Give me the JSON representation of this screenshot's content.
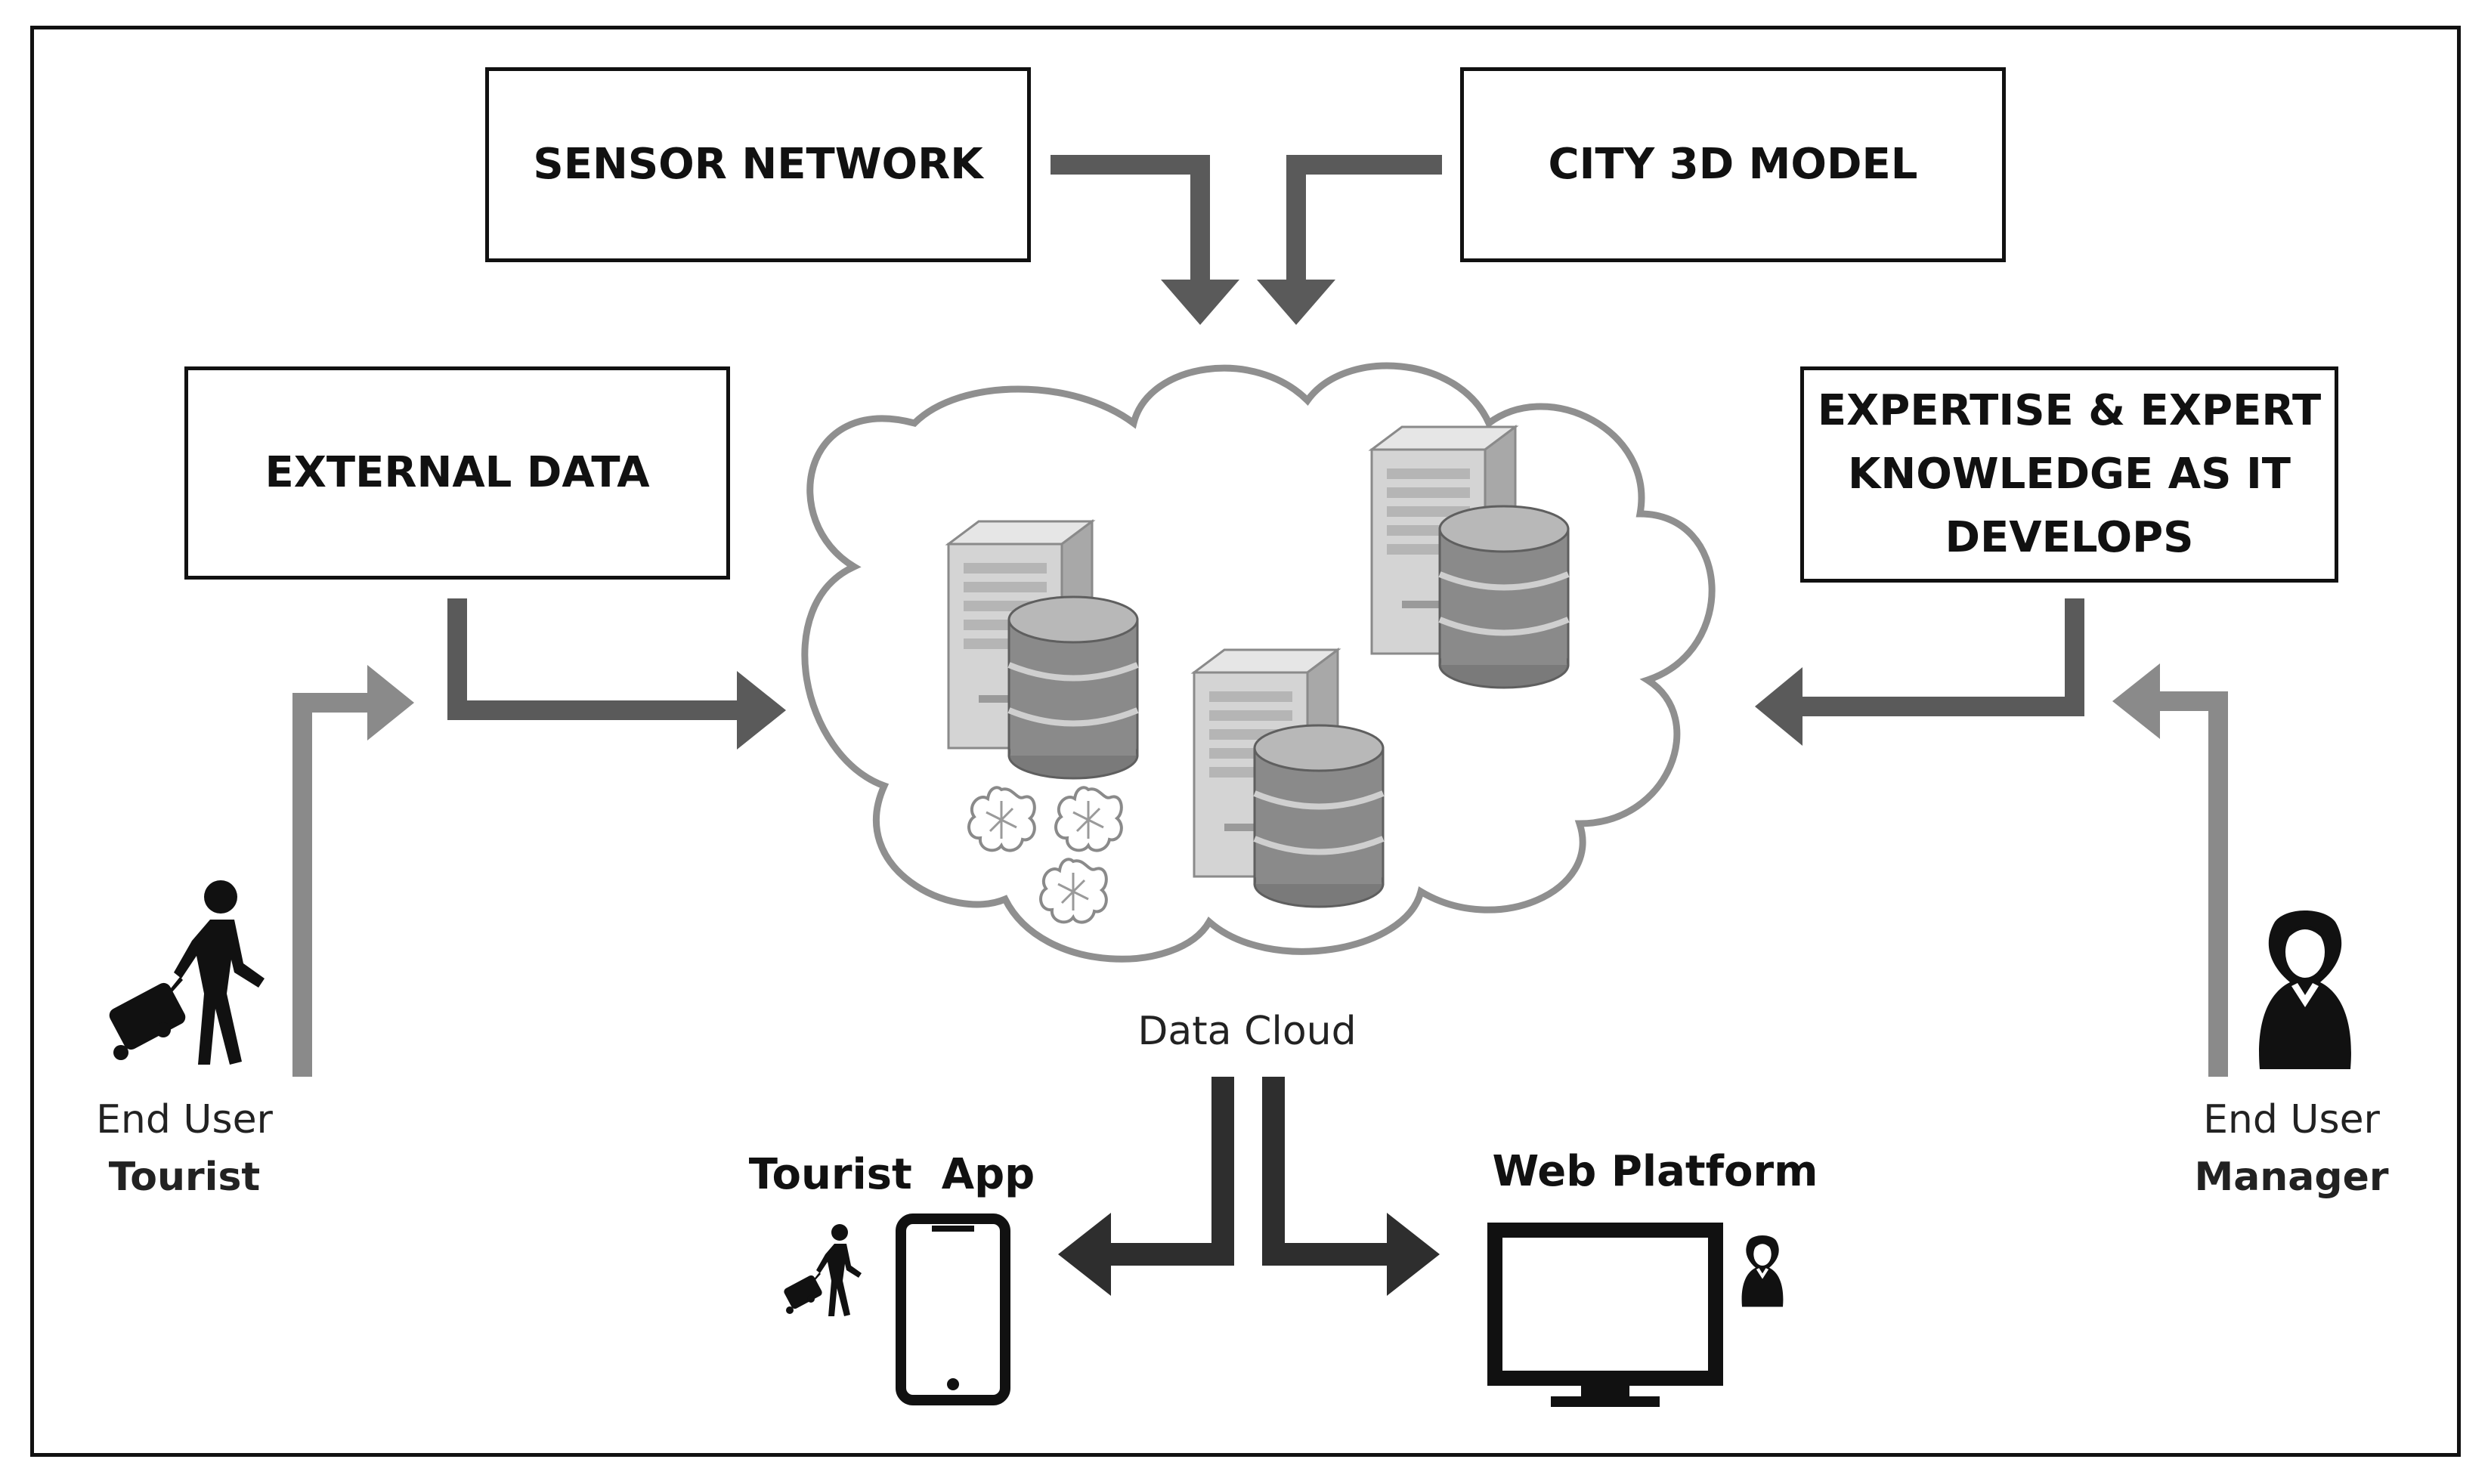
{
  "boxes": {
    "sensor_network": "SENSOR NETWORK",
    "city_3d_model": "CITY 3D MODEL",
    "external_data": "EXTERNAL DATA",
    "expertise_line1": "EXPERTISE & EXPERT",
    "expertise_line2": "KNOWLEDGE AS IT",
    "expertise_line3": "DEVELOPS"
  },
  "cloud_label": "Data Cloud",
  "tourist": {
    "role": "End User",
    "name": "Tourist"
  },
  "manager": {
    "role": "End User",
    "name": "Manager"
  },
  "outputs": {
    "tourist_app": "Tourist  App",
    "web_platform": "Web Platform"
  },
  "colors": {
    "arrow_dark": "#5a5a5a",
    "arrow_light": "#8a8a8a",
    "arrow_black": "#2e2e2e",
    "cloud_outline": "#8f8f8f",
    "server": "#c9c9c9",
    "database": "#7d7d7d",
    "icon": "#111111"
  },
  "icons": [
    "server-icon",
    "database-icon",
    "tourist-icon",
    "manager-icon",
    "smartphone-icon",
    "monitor-icon",
    "cloud-icon"
  ]
}
